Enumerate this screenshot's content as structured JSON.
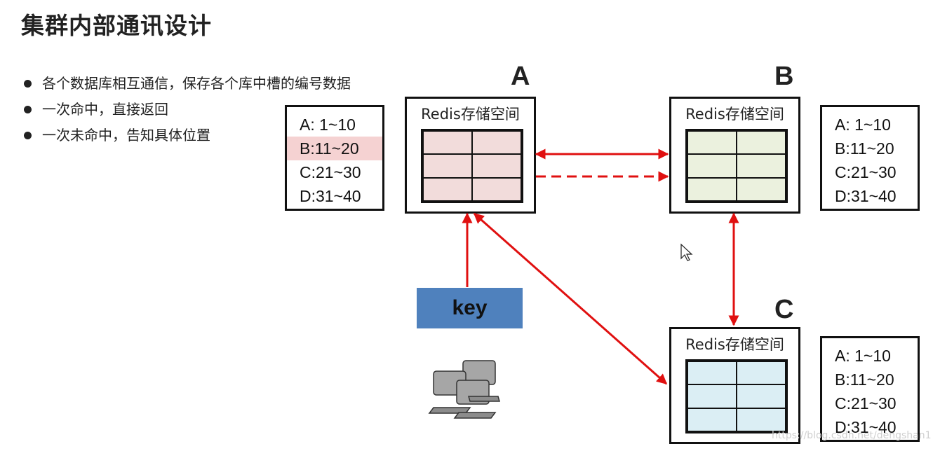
{
  "title": "集群内部通讯设计",
  "bullets": [
    "各个数据库相互通信，保存各个库中槽的编号数据",
    "一次命中，直接返回",
    "一次未命中，告知具体位置"
  ],
  "nodes": [
    {
      "letter": "A",
      "label": "Redis存储空间",
      "fill": "#f2dcdb"
    },
    {
      "letter": "B",
      "label": "Redis存储空间",
      "fill": "#ebf1de"
    },
    {
      "letter": "C",
      "label": "Redis存储空间",
      "fill": "#dbeef4"
    }
  ],
  "slot_tables": [
    {
      "rows": [
        "A:  1~10",
        "B:11~20",
        "C:21~30",
        "D:31~40"
      ],
      "highlight_row": 1
    },
    {
      "rows": [
        "A:  1~10",
        "B:11~20",
        "C:21~30",
        "D:31~40"
      ]
    },
    {
      "rows": [
        "A:  1~10",
        "B:11~20",
        "C:21~30",
        "D:31~40"
      ]
    }
  ],
  "key_label": "key",
  "arrow_color": "#e01010",
  "key_color": "#4f81bd",
  "icons": {
    "client": "computer-cluster-icon",
    "cursor": "mouse-cursor-icon"
  },
  "watermark": "https://blog.csdn.net/dengshan1"
}
